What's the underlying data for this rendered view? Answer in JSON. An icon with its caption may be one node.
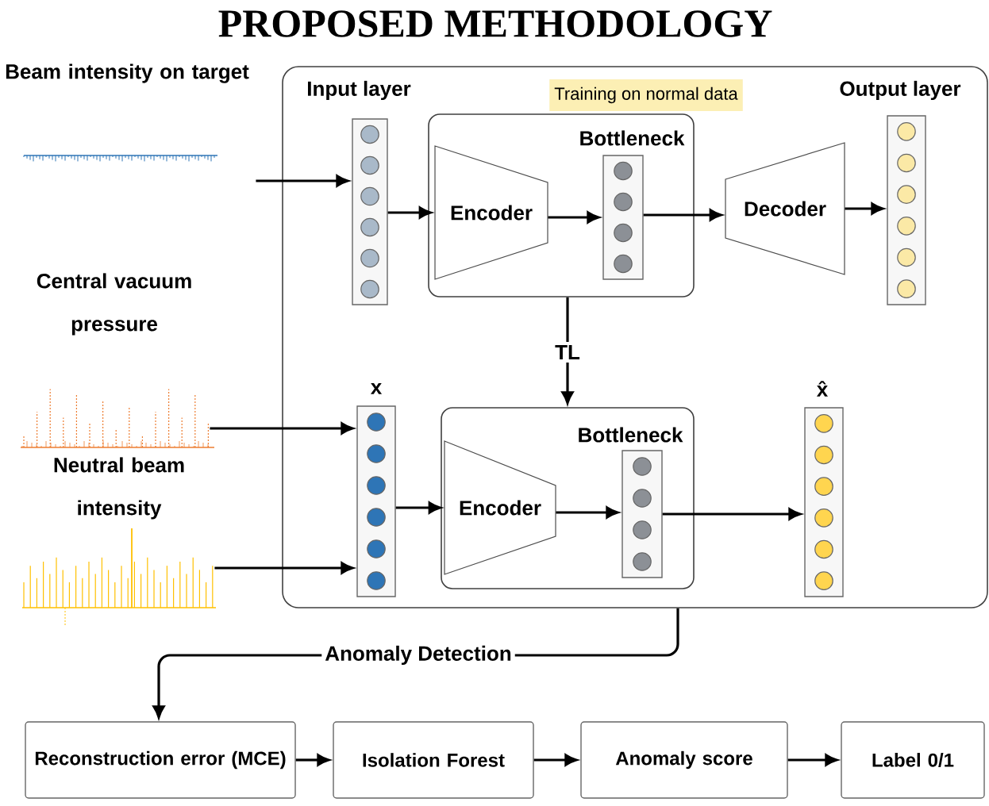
{
  "diagram": {
    "title": "PROPOSED METHODOLOGY",
    "nodes": [
      {
        "text": [],
        "shape": "box"
      },
      {
        "text": [
          "Beam intensity on target"
        ]
      },
      {
        "text": [
          "Central vacuum pressure"
        ]
      },
      {
        "text": [
          "Neutral beam intensity"
        ]
      },
      {
        "text": [
          "Input layer"
        ],
        "in": 0
      },
      {
        "text": [],
        "shape": "box",
        "in": 0
      },
      {
        "text": [
          "Encoder"
        ],
        "in": 5
      },
      {
        "text": [
          "Bottleneck"
        ],
        "in": 5
      },
      {
        "text": [
          "Decoder"
        ],
        "in": 0
      },
      {
        "text": [
          "Output layer"
        ],
        "in": 0
      },
      {
        "text": [
          "x"
        ],
        "in": 0
      },
      {
        "text": [],
        "shape": "box",
        "in": 0
      },
      {
        "text": [
          "Encoder"
        ],
        "in": 11
      },
      {
        "text": [
          "Bottleneck"
        ],
        "in": 11
      },
      {
        "text": [
          "x̂"
        ],
        "in": 0
      },
      {
        "text": [
          "Reconstruction error (MCE)"
        ]
      },
      {
        "text": [
          "Isolation Forest"
        ]
      },
      {
        "text": [
          "Anomaly score"
        ]
      },
      {
        "text": [
          "Label 0/1"
        ]
      }
    ],
    "edges": [
      {
        "from": 1,
        "to": 4,
        "arrow": "to"
      },
      {
        "from": 4,
        "to": 6,
        "arrow": "to"
      },
      {
        "from": 6,
        "to": 7,
        "arrow": "to"
      },
      {
        "from": 7,
        "to": 8,
        "arrow": "to"
      },
      {
        "from": 8,
        "to": 9,
        "arrow": "to"
      },
      {
        "from": 5,
        "to": 11,
        "arrow": "to",
        "label": "TL"
      },
      {
        "from": 2,
        "to": 10,
        "arrow": "to"
      },
      {
        "from": 3,
        "to": 10,
        "arrow": "to"
      },
      {
        "from": 10,
        "to": 12,
        "arrow": "to"
      },
      {
        "from": 12,
        "to": 13,
        "arrow": "to"
      },
      {
        "from": 13,
        "to": 14,
        "arrow": "to"
      },
      {
        "from": 0,
        "to": 15,
        "arrow": "to",
        "label": "Anomaly Detection"
      },
      {
        "from": 15,
        "to": 16,
        "arrow": "to"
      },
      {
        "from": 16,
        "to": 17,
        "arrow": "to"
      },
      {
        "from": 17,
        "to": 18,
        "arrow": "to"
      }
    ],
    "labels": [
      "Training on normal data"
    ]
  }
}
